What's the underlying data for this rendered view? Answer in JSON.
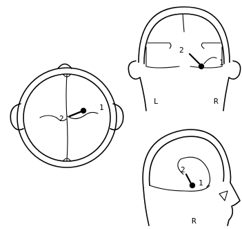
{
  "views": [
    {
      "name": "top",
      "labels": {
        "point1": "1",
        "point2": "2"
      }
    },
    {
      "name": "back",
      "labels": {
        "point1": "1",
        "point2": "2",
        "left": "L",
        "right": "R"
      }
    },
    {
      "name": "side",
      "labels": {
        "point1": "1",
        "point2": "2",
        "right": "R"
      }
    }
  ]
}
